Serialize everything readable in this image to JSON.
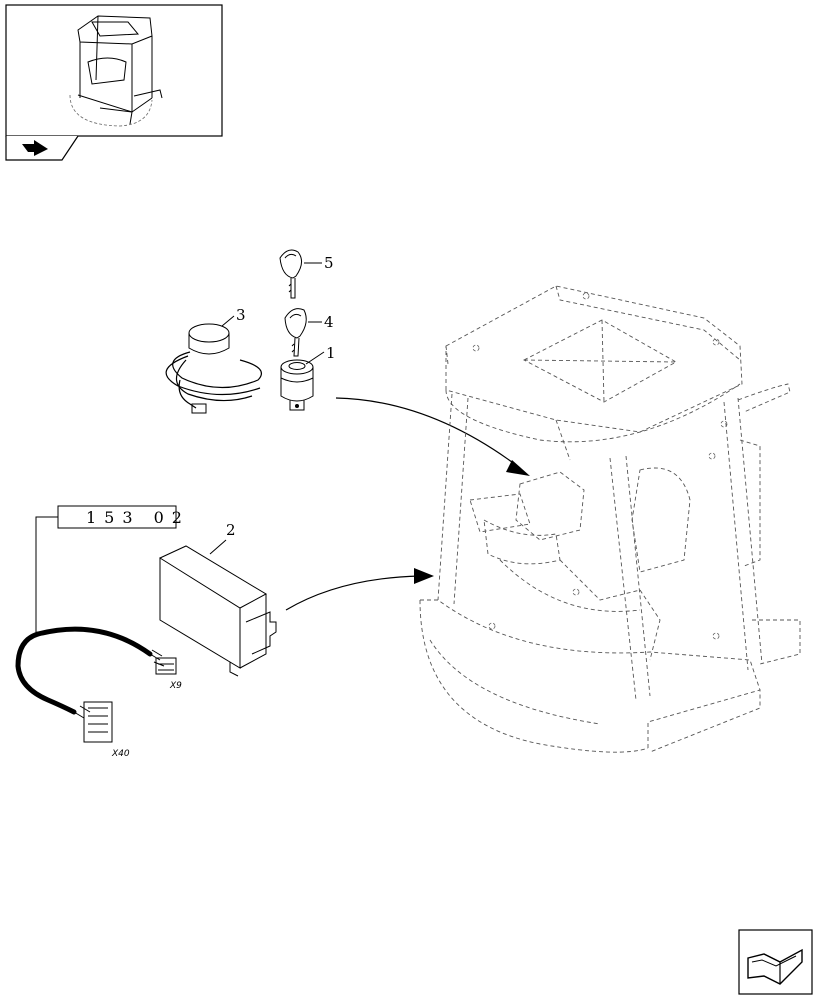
{
  "callouts": {
    "c1": "1",
    "c2": "2",
    "c3": "3",
    "c4": "4",
    "c5": "5"
  },
  "reference_box": {
    "code": "153 02"
  },
  "connectors": {
    "x9": "X9",
    "x40": "X40"
  },
  "icons": {
    "nav_back": "back-arrow-icon",
    "nav_next": "next-page-arrow-icon"
  }
}
